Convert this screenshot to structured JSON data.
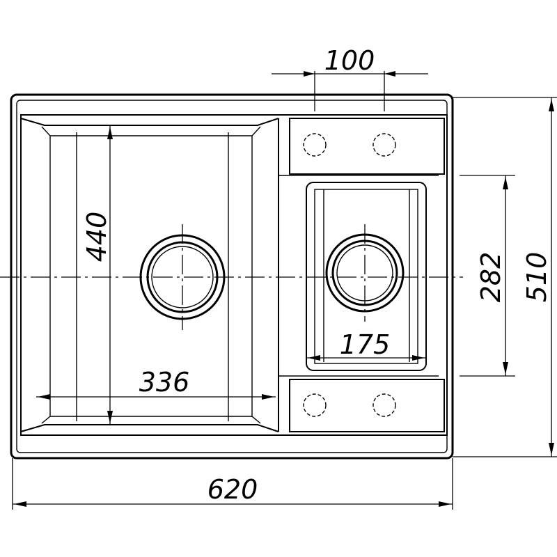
{
  "dimensions": {
    "hole_spacing": "100",
    "large_bowl_depth": "440",
    "small_bowl_depth": "282",
    "overall_depth": "510",
    "small_bowl_width": "175",
    "large_bowl_width": "336",
    "overall_width": "620"
  },
  "colors": {
    "line": "#000000",
    "background": "#ffffff"
  }
}
